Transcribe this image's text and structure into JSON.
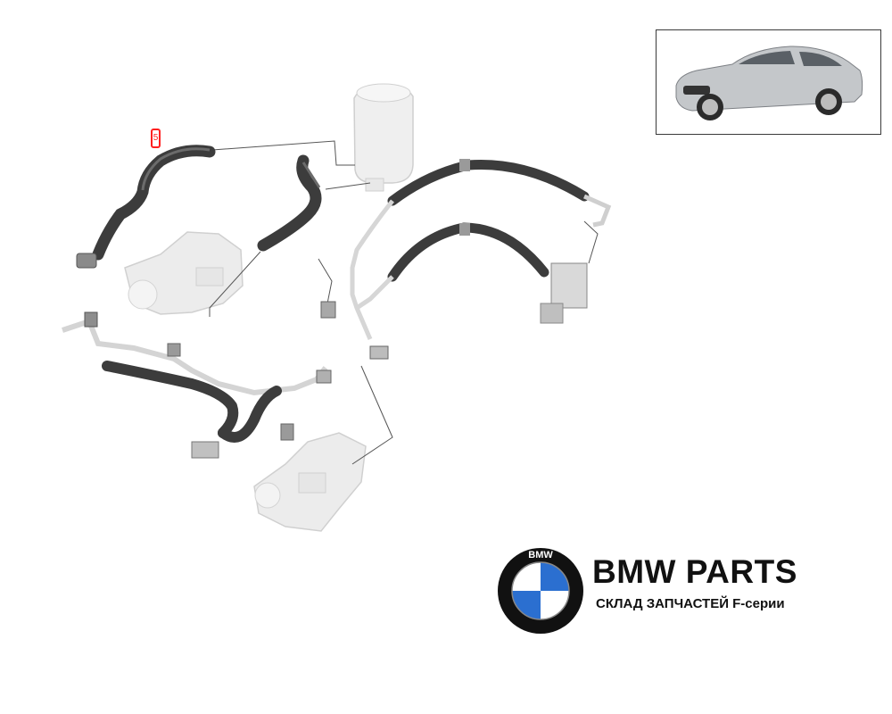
{
  "brand": {
    "logo_letters": "BMW",
    "title": "BMW PARTS",
    "subtitle": "СКЛАД ЗАПЧАСТЕЙ F-серии"
  },
  "diagram": {
    "highlighted_part_callout": "5",
    "colors": {
      "hose": "#3c3c3c",
      "hose_highlight": "#6b6b6b",
      "metal_pipe": "#d8d8d8",
      "ghost_part": "#ececec",
      "callout": "#ff2020",
      "leader_line": "#555555"
    }
  },
  "car_thumbnail": {
    "icon": "car-icon"
  }
}
